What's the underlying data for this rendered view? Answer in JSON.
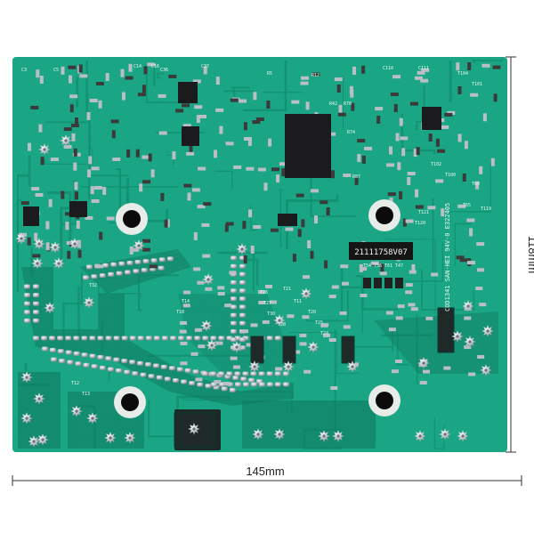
{
  "dimensions": {
    "width_label": "145mm",
    "height_label": "118mm"
  },
  "board": {
    "label_sticker": "21111758V07",
    "silk_labels": [
      "C3",
      "C5",
      "C14",
      "C16",
      "C36",
      "C37",
      "R5",
      "R12",
      "R42",
      "R70",
      "R74",
      "R87",
      "C110",
      "C111",
      "T104",
      "T101",
      "T102",
      "T100",
      "T60",
      "T65",
      "T119",
      "T121",
      "T120",
      "T54",
      "T56",
      "T61",
      "T47",
      "T32",
      "T12",
      "T13",
      "T14",
      "T10",
      "T11",
      "T21",
      "T20",
      "T25",
      "T24",
      "T26",
      "T27",
      "T30",
      "T28"
    ],
    "side_text": "COD1341 SAN-HEI 94V-0 E322405",
    "colors": {
      "pcb": "#1aa584",
      "pcb_dark": "#0f7a60",
      "trace": "#139474",
      "solder": "#c9ced3",
      "ic": "#1b1b1d",
      "hole": "#0b0b0b"
    }
  }
}
